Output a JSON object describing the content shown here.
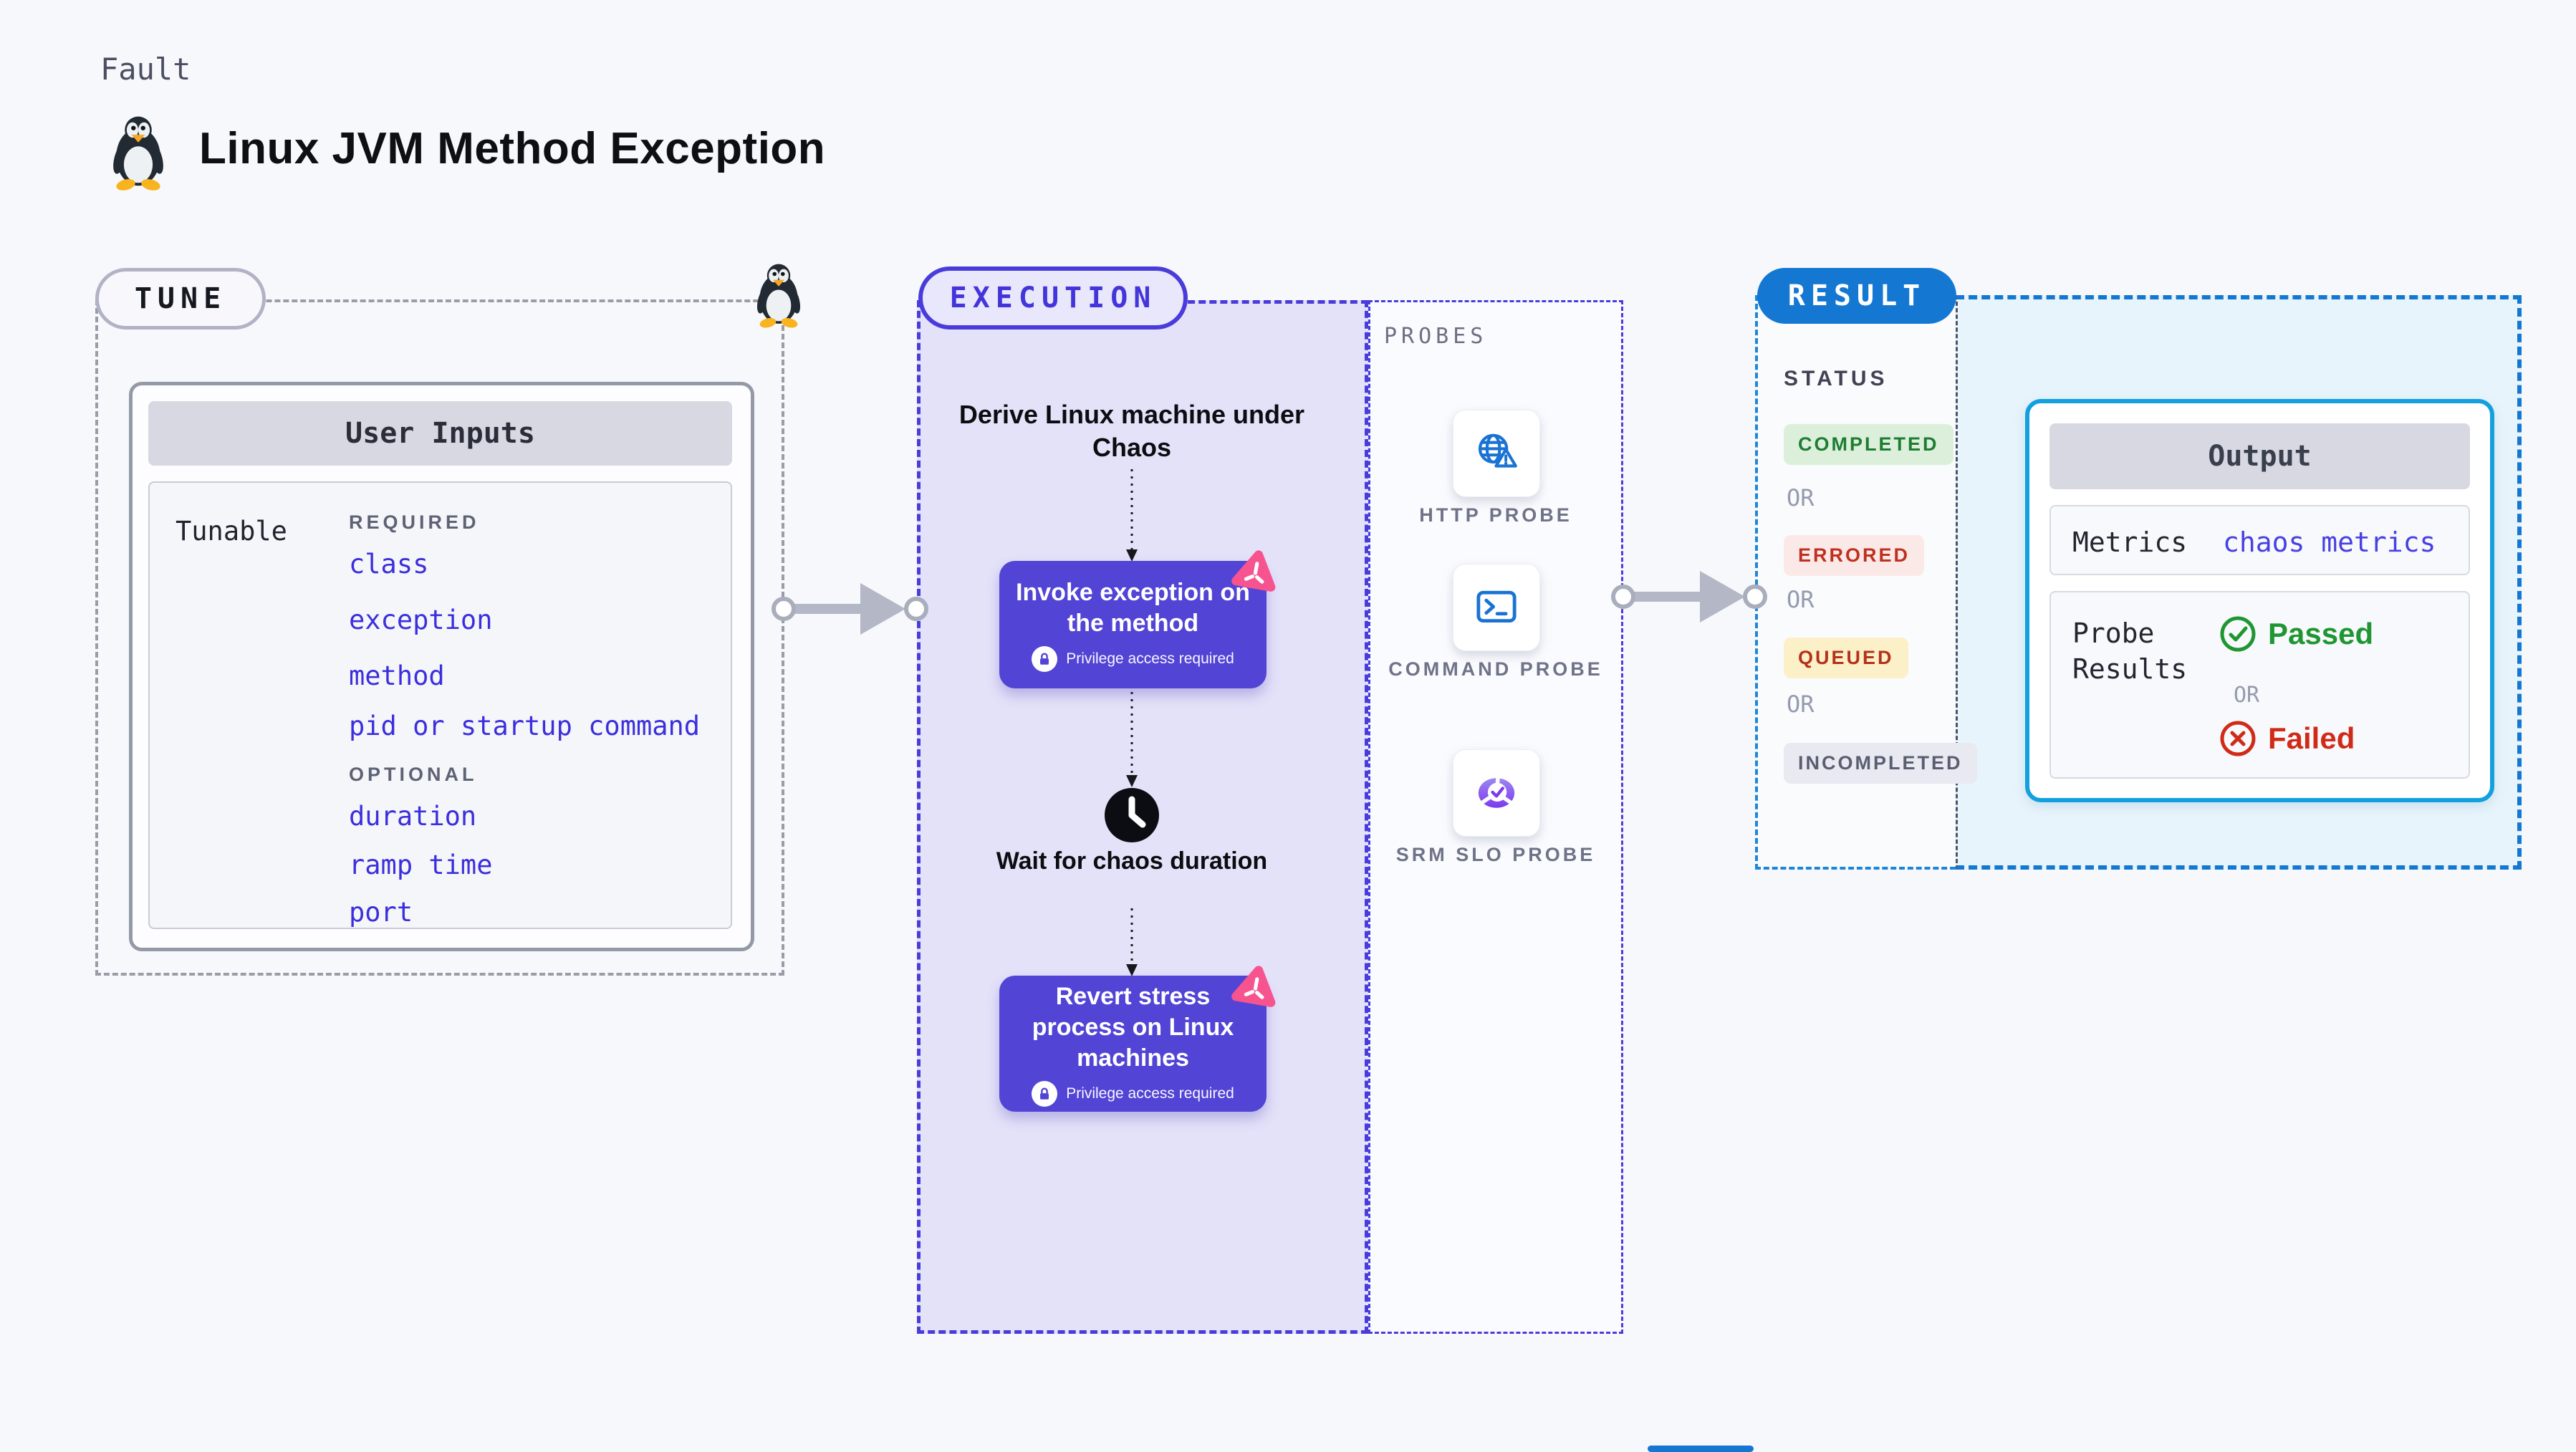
{
  "page": {
    "kind_label": "Fault",
    "title": "Linux JVM Method Exception"
  },
  "colors": {
    "background": "#f7f8fb",
    "indigo_accent": "#4a3cdb",
    "node_fill": "#5244d5",
    "tunable_link": "#3b2fdd",
    "result_blue": "#1478d2",
    "output_border_cyan": "#13a0df",
    "chaos_pink": "#f6538f",
    "passed_green": "#1f9632",
    "failed_red": "#d02b18",
    "completed_green": "#1d7d31",
    "errored_red": "#c03020",
    "queued_amber_bg": "#fcf0c8"
  },
  "tune": {
    "badge": "TUNE",
    "card_title": "User Inputs",
    "row_label": "Tunable",
    "required_label": "REQUIRED",
    "optional_label": "OPTIONAL",
    "required_items": [
      "class",
      "exception",
      "method",
      "pid or startup command"
    ],
    "optional_items": [
      "duration",
      "ramp time",
      "port"
    ]
  },
  "execution": {
    "badge": "EXECUTION",
    "derive_label": "Derive Linux machine under Chaos",
    "invoke": {
      "label": "Invoke exception on the method",
      "privilege": "Privilege access required"
    },
    "wait_label": "Wait for chaos duration",
    "revert": {
      "label": "Revert stress process on Linux machines",
      "privilege": "Privilege access required"
    }
  },
  "probes": {
    "label": "PROBES",
    "items": [
      {
        "name": "HTTP PROBE",
        "icon": "globe-alert-icon"
      },
      {
        "name": "COMMAND PROBE",
        "icon": "terminal-icon"
      },
      {
        "name": "SRM SLO PROBE",
        "icon": "slo-donut-check-icon"
      }
    ]
  },
  "result": {
    "badge": "RESULT",
    "status_label": "STATUS",
    "or_label": "OR",
    "statuses": [
      "COMPLETED",
      "ERRORED",
      "QUEUED",
      "INCOMPLETED"
    ],
    "output": {
      "title": "Output",
      "metrics_label": "Metrics",
      "metrics_value": "chaos metrics",
      "probe_results_label": "Probe Results",
      "passed": "Passed",
      "failed": "Failed"
    }
  }
}
